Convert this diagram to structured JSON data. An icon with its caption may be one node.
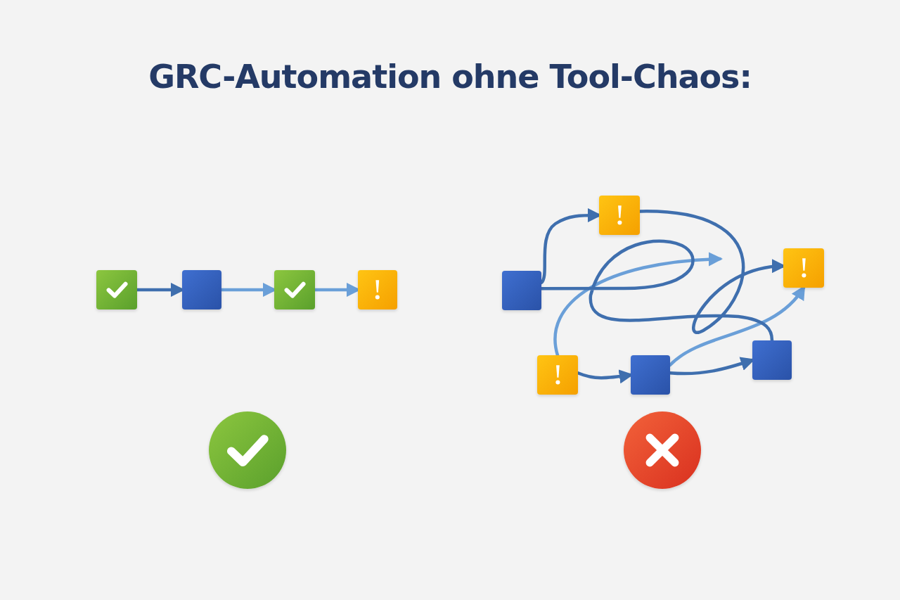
{
  "diagram": {
    "title": "GRC-Automation ohne Tool-Chaos:",
    "nodes": [
      {
        "text": [],
        "shape": "box"
      },
      {
        "text": [],
        "shape": "box"
      },
      {
        "text": [],
        "shape": "box"
      },
      {
        "text": [],
        "shape": "box"
      },
      {
        "text": [],
        "shape": "circle"
      },
      {
        "text": [],
        "shape": "box"
      },
      {
        "text": [],
        "shape": "box"
      },
      {
        "text": [],
        "shape": "box"
      },
      {
        "text": [],
        "shape": "box"
      },
      {
        "text": [],
        "shape": "box"
      },
      {
        "text": [],
        "shape": "box"
      },
      {
        "text": [],
        "shape": "circle"
      }
    ],
    "edges": [
      {
        "from": 0,
        "to": 1,
        "arrow": "to"
      },
      {
        "from": 1,
        "to": 2,
        "arrow": "to",
        "color": "#6a9fd8"
      },
      {
        "from": 2,
        "to": 3,
        "arrow": "to",
        "color": "#6a9fd8"
      },
      {
        "from": 5,
        "to": 6,
        "arrow": "to"
      },
      {
        "from": 6,
        "to": 7,
        "arrow": "to"
      },
      {
        "from": 8,
        "to": 9,
        "arrow": "to"
      },
      {
        "from": 9,
        "to": 10,
        "arrow": "to"
      },
      {
        "from": 9,
        "to": 7,
        "arrow": "to",
        "color": "#6a9fd8"
      },
      {
        "from": 8,
        "to": null,
        "arrow": "to",
        "color": "#6a9fd8"
      },
      {
        "from": 5,
        "to": 10,
        "arrow": "none"
      }
    ]
  }
}
